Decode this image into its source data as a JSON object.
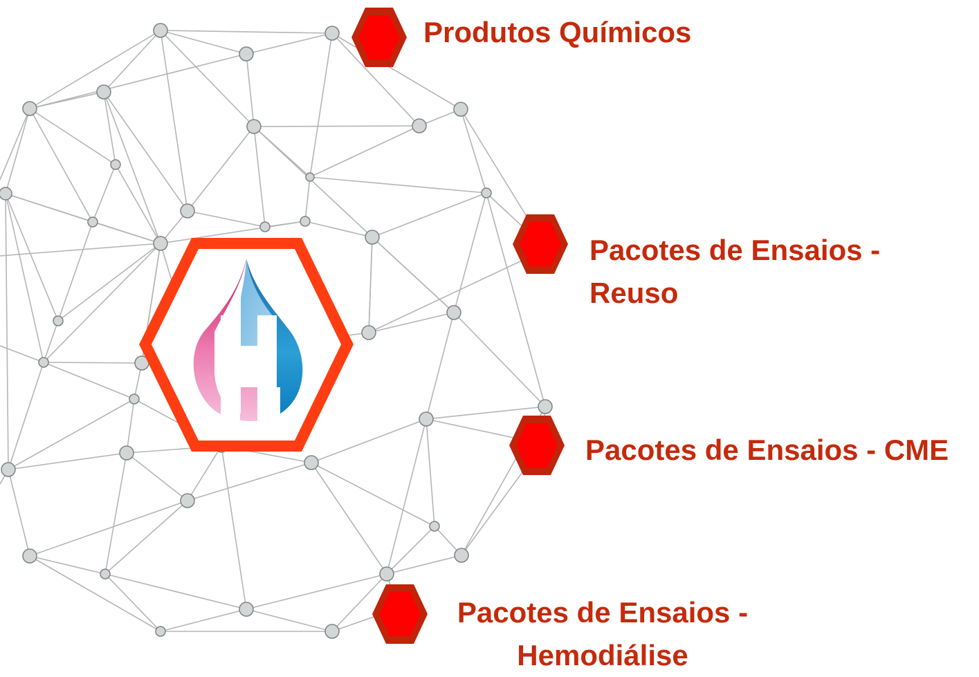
{
  "menu": {
    "items": [
      {
        "id": "produtos",
        "lines": [
          "Produtos Químicos"
        ]
      },
      {
        "id": "reuso",
        "lines": [
          "Pacotes de Ensaios -",
          "Reuso"
        ]
      },
      {
        "id": "cme",
        "lines": [
          "Pacotes de Ensaios - CME"
        ]
      },
      {
        "id": "hemo",
        "lines": [
          "Pacotes de Ensaios -",
          "Hemodiálise"
        ]
      }
    ]
  },
  "colors": {
    "label_text": "#c42a0c",
    "hex_fill": "#ff0000",
    "hex_border": "#c0240a",
    "center_hex_stroke": "#ff3d12",
    "node_fill": "#d3d6d6",
    "node_stroke": "#7d8282",
    "edge": "#b5b5b5"
  },
  "icons": {
    "center": "h-waterdrop-logo-icon",
    "bullets": "hexagon-icon"
  }
}
